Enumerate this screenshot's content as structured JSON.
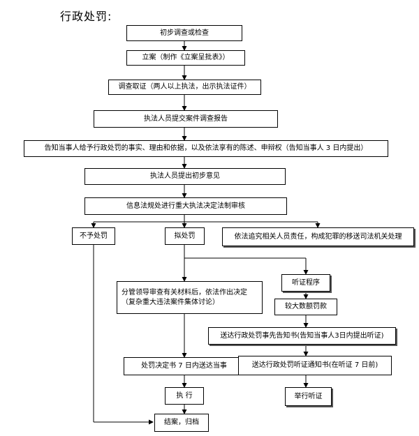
{
  "title": "行政处罚:",
  "steps": {
    "initial_investigation": "初步调查或检查",
    "file_case": "立案（制作《立案呈批表》）",
    "evidence": "调查取证（两人以上执法，出示执法证件）",
    "submit_report": "执法人员提交案件调查报告",
    "notify_party": "告知当事人给予行政处罚的事实、理由和依据，以及依法享有的陈述、申辩权（告知当事人 3 日内提出）",
    "initial_opinion": "执法人员提出初步意见",
    "legal_review": "信息法规处进行重大执法决定法制审核",
    "no_penalty": "不予处罚",
    "proposed_penalty": "拟处罚",
    "criminal_transfer": "依法追究相关人员责任，构成犯罪的移送司法机关处理",
    "leader_review": "分管领导审查有关材料后，依法作出决定（复杂重大违法案件集体讨论）",
    "hearing_procedure": "听证程序",
    "large_fine": "较大数额罚款",
    "hearing_notice": "送达行政处罚事先告知书(告知当事人3日内提出听证)",
    "penalty_decision": "处罚决定书 7 日内送达当事",
    "hearing_notification": "送达行政处罚听证通知书(在听证 7 日前)",
    "execute": "执  行",
    "hold_hearing": "举行听证",
    "close_archive": "结案，归档"
  }
}
